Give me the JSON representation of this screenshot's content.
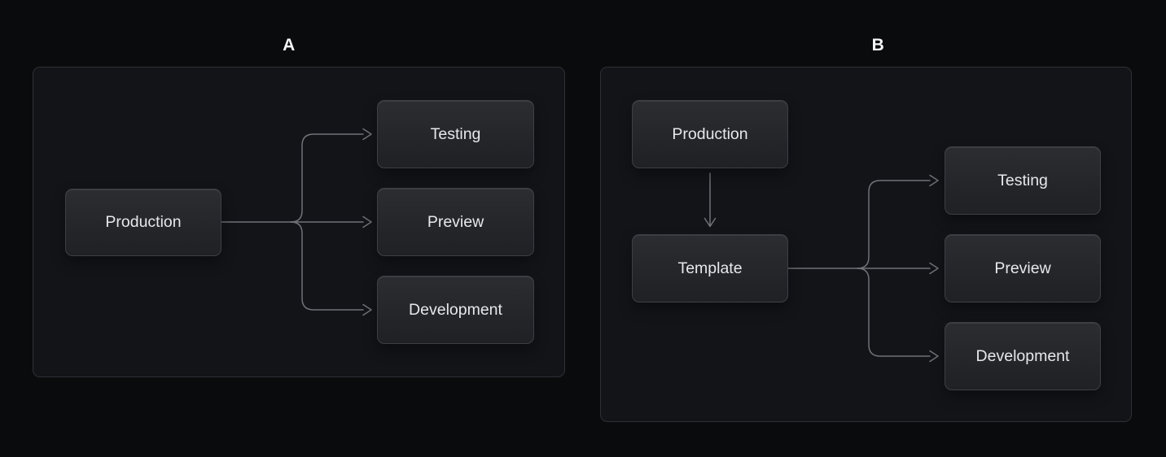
{
  "diagram_title": "",
  "colors": {
    "page_background": "#0a0b0c",
    "panel_background": "#131418",
    "panel_border": "#2d3036",
    "node_background": "#27292d",
    "node_border": "#3c3f44",
    "node_text": "#e7e8ea",
    "arrow": "#6f7277",
    "panel_label_text": "#f4f5f6"
  },
  "panels": [
    {
      "label": "A",
      "nodes": [
        {
          "id": "production",
          "label": "Production"
        },
        {
          "id": "testing",
          "label": "Testing"
        },
        {
          "id": "preview",
          "label": "Preview"
        },
        {
          "id": "development",
          "label": "Development"
        }
      ],
      "edges": [
        {
          "from": "production",
          "to": "testing"
        },
        {
          "from": "production",
          "to": "preview"
        },
        {
          "from": "production",
          "to": "development"
        }
      ]
    },
    {
      "label": "B",
      "nodes": [
        {
          "id": "production",
          "label": "Production"
        },
        {
          "id": "template",
          "label": "Template"
        },
        {
          "id": "testing",
          "label": "Testing"
        },
        {
          "id": "preview",
          "label": "Preview"
        },
        {
          "id": "development",
          "label": "Development"
        }
      ],
      "edges": [
        {
          "from": "production",
          "to": "template"
        },
        {
          "from": "template",
          "to": "testing"
        },
        {
          "from": "template",
          "to": "preview"
        },
        {
          "from": "template",
          "to": "development"
        }
      ]
    }
  ]
}
